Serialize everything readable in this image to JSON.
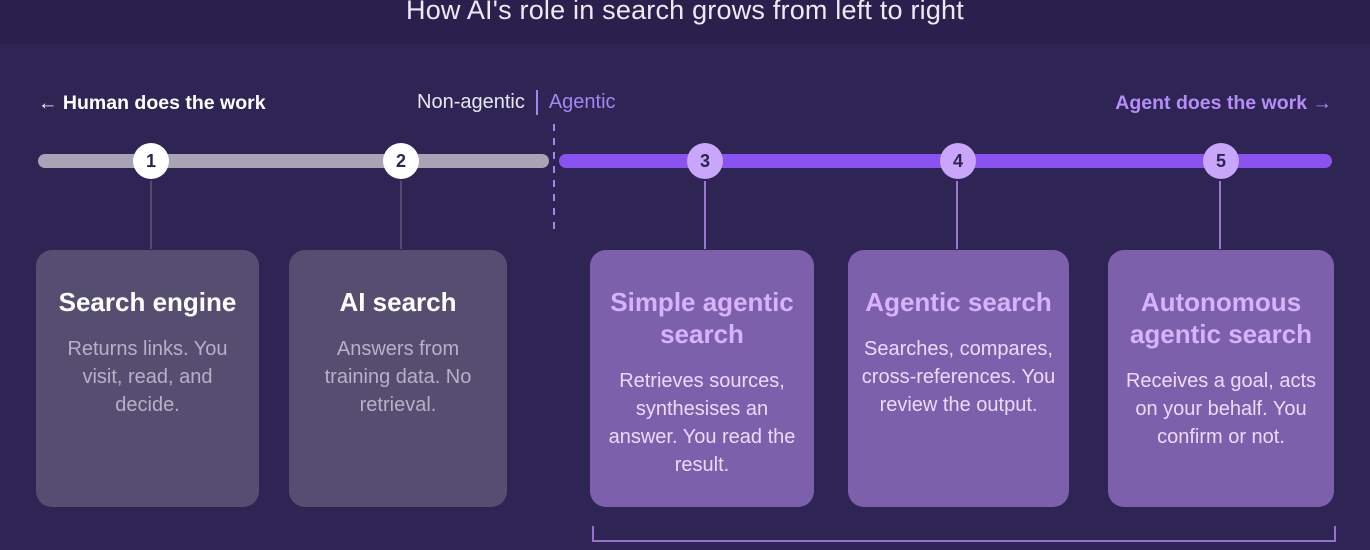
{
  "title": "How AI's role in search grows from left to right",
  "axis": {
    "left_label": "← Human does the work",
    "non_agentic_label": "Non-agentic",
    "agentic_label": "Agentic",
    "right_label": "Agent does the work →"
  },
  "stages": [
    {
      "number": "1",
      "zone": "non-agentic",
      "title": "Search engine",
      "description": "Returns links. You visit, read, and decide."
    },
    {
      "number": "2",
      "zone": "non-agentic",
      "title": "AI search",
      "description": "Answers from training data. No retrieval."
    },
    {
      "number": "3",
      "zone": "agentic",
      "title": "Simple agentic search",
      "description": "Retrieves sources, synthesises an answer. You read the result."
    },
    {
      "number": "4",
      "zone": "agentic",
      "title": "Agentic search",
      "description": "Searches, compares, cross-references. You review the output."
    },
    {
      "number": "5",
      "zone": "agentic",
      "title": "Autonomous agentic search",
      "description": "Receives a goal, acts on your behalf. You confirm or not."
    }
  ],
  "colors": {
    "background": "#2e2555",
    "title_band": "#2a204d",
    "non_agentic_track": "#a8a4b6",
    "agentic_track": "#8a53f1",
    "accent_purple": "#a585f0",
    "non_agentic_card": "#554e70",
    "agentic_card": "#7c60ab",
    "human_label": "#ffffff",
    "agent_label": "#b68df8"
  }
}
